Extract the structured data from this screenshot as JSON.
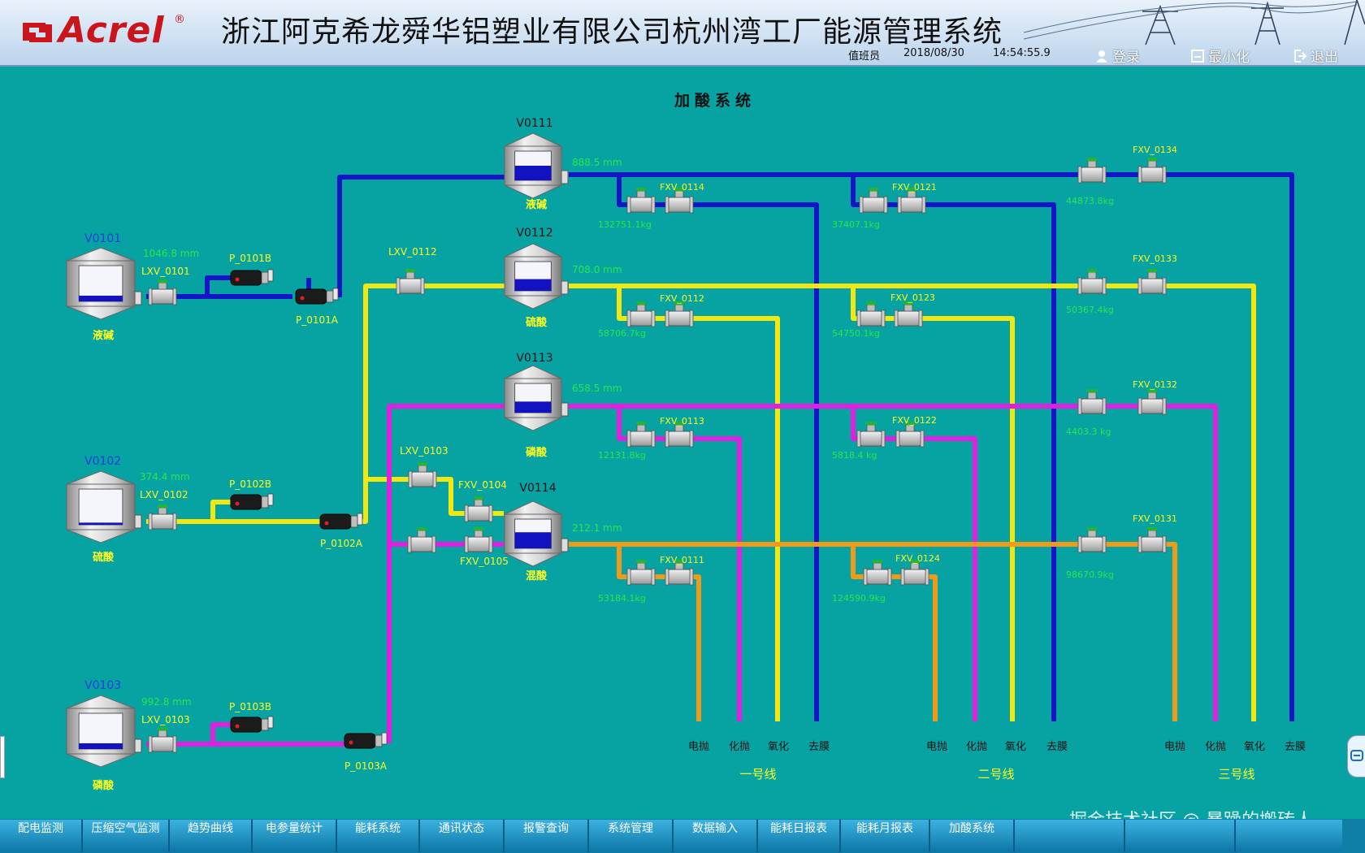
{
  "header": {
    "brand": "Acrel",
    "brand_reg": "®",
    "title": "浙江阿克希龙舜华铝塑业有限公司杭州湾工厂能源管理系统",
    "duty_label": "值班员",
    "date": "2018/08/30",
    "time": "14:54:55.9",
    "login_label": "登录",
    "minimize_label": "最小化",
    "exit_label": "退出",
    "icons": {
      "login": "user-icon",
      "minimize": "minimize-icon",
      "exit": "exit-icon"
    }
  },
  "diagram": {
    "title": "加酸系统",
    "source_tanks": [
      {
        "tag": "V0101",
        "level": "1046.8  mm",
        "name": "液碱",
        "valve": "LXV_0101",
        "pump_b": "P_0101B",
        "pump_a": "P_0101A",
        "fill": 0.16
      },
      {
        "tag": "V0102",
        "level": "374.4  mm",
        "name": "硫酸",
        "valve": "LXV_0102",
        "pump_b": "P_0102B",
        "pump_a": "P_0102A",
        "fill": 0.06
      },
      {
        "tag": "V0103",
        "level": "992.8  mm",
        "name": "磷酸",
        "valve": "LXV_0103",
        "pump_b": "P_0103B",
        "pump_a": "P_0103A",
        "fill": 0.16
      }
    ],
    "mid_tanks": [
      {
        "tag": "V0111",
        "level": "888.5  mm",
        "name": "液碱",
        "fill": 0.5
      },
      {
        "tag": "V0112",
        "level": "708.0  mm",
        "name": "硫酸",
        "fill": 0.4
      },
      {
        "tag": "V0113",
        "level": "658.5  mm",
        "name": "磷酸",
        "fill": 0.38
      },
      {
        "tag": "V0114",
        "level": "212.1  mm",
        "name": "混酸",
        "fill": 0.55
      }
    ],
    "inlet_valves": {
      "lxv_0112": "LXV_0112",
      "lxv_0103": "LXV_0103",
      "fxv_0104": "FXV_0104",
      "fxv_0105": "FXV_0105"
    },
    "branches": [
      {
        "valve": "FXV_0114",
        "flow": "132751.1kg"
      },
      {
        "valve": "FXV_0121",
        "flow": "37407.1kg"
      },
      {
        "valve": "FXV_0134",
        "flow": "44873.8kg"
      },
      {
        "valve": "FXV_0112",
        "flow": "58706.7kg"
      },
      {
        "valve": "FXV_0123",
        "flow": "54750.1kg"
      },
      {
        "valve": "FXV_0133",
        "flow": "50367.4kg"
      },
      {
        "valve": "FXV_0113",
        "flow": "12131.8kg"
      },
      {
        "valve": "FXV_0122",
        "flow": "5818.4 kg"
      },
      {
        "valve": "FXV_0132",
        "flow": "4403.3 kg"
      },
      {
        "valve": "FXV_0111",
        "flow": "53184.1kg"
      },
      {
        "valve": "FXV_0124",
        "flow": "124590.9kg"
      },
      {
        "valve": "FXV_0131",
        "flow": "98670.9kg"
      }
    ],
    "outlets": [
      "电抛",
      "化抛",
      "氧化",
      "去膜"
    ],
    "lines": [
      "一号线",
      "二号线",
      "三号线"
    ],
    "colors": {
      "caustic": "#1515c8",
      "sulfuric": "#f2e811",
      "phosphoric": "#e020e0",
      "mixed": "#ee9a1a",
      "background": "#07a3a3"
    }
  },
  "nav": [
    "配电监测",
    "压缩空气监测",
    "趋势曲线",
    "电参量统计",
    "能耗系统",
    "通讯状态",
    "报警查询",
    "系统管理",
    "数据输入",
    "能耗日报表",
    "能耗月报表",
    "加酸系统"
  ],
  "watermark": "掘金技术社区 @ 暴躁的搬砖人"
}
